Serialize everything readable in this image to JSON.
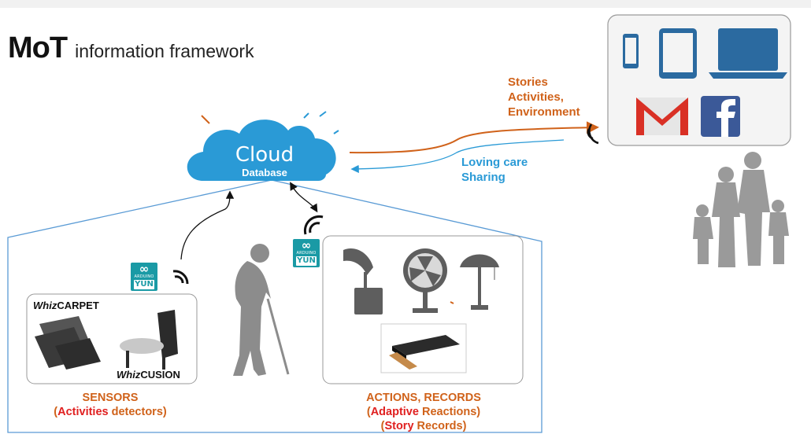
{
  "title": {
    "main": "MoT",
    "sub": "information framework"
  },
  "cloud": {
    "label": "Cloud",
    "sublabel": "Database"
  },
  "right_arrow_text": {
    "line1": "Stories",
    "line2": "Activities,",
    "line3": "Environment"
  },
  "left_arrow_text": {
    "line1": "Loving care",
    "line2": "Sharing"
  },
  "sensors_box": {
    "carpet_prefix": "Whiz",
    "carpet_name": "CARPET",
    "cushion_prefix": "Whiz",
    "cushion_name": "CUSION"
  },
  "sensors_caption": {
    "line1": "SENSORS",
    "line2_red": "Activities",
    "line2_rest": " detectors)",
    "line2_open": "("
  },
  "actions_caption": {
    "line1": "ACTIONS, RECORDS",
    "line2_open": "(",
    "line2_red": "Adaptive",
    "line2_rest": " Reactions)",
    "line3_open": "(",
    "line3_red": "Story",
    "line3_rest": " Records)"
  },
  "arduino": {
    "brand": "ARDUINO",
    "model": "YUN",
    "symbol": "∞"
  },
  "colors": {
    "cloud": "#2a9ad6",
    "orange": "#d0621a",
    "blue": "#2a9ad6",
    "red": "#e02020",
    "teal": "#1a9aa5",
    "silhouette": "#8c8c8c",
    "gmail_red": "#d93025",
    "facebook": "#3b5998"
  },
  "icons": [
    "phone-icon",
    "tablet-icon",
    "laptop-icon",
    "gmail-icon",
    "facebook-icon",
    "wifi-icon",
    "gramophone-icon",
    "fan-icon",
    "lamp-icon",
    "printer-icon",
    "elder-silhouette",
    "family-silhouette",
    "carpet-tiles",
    "chair-with-cushion"
  ]
}
